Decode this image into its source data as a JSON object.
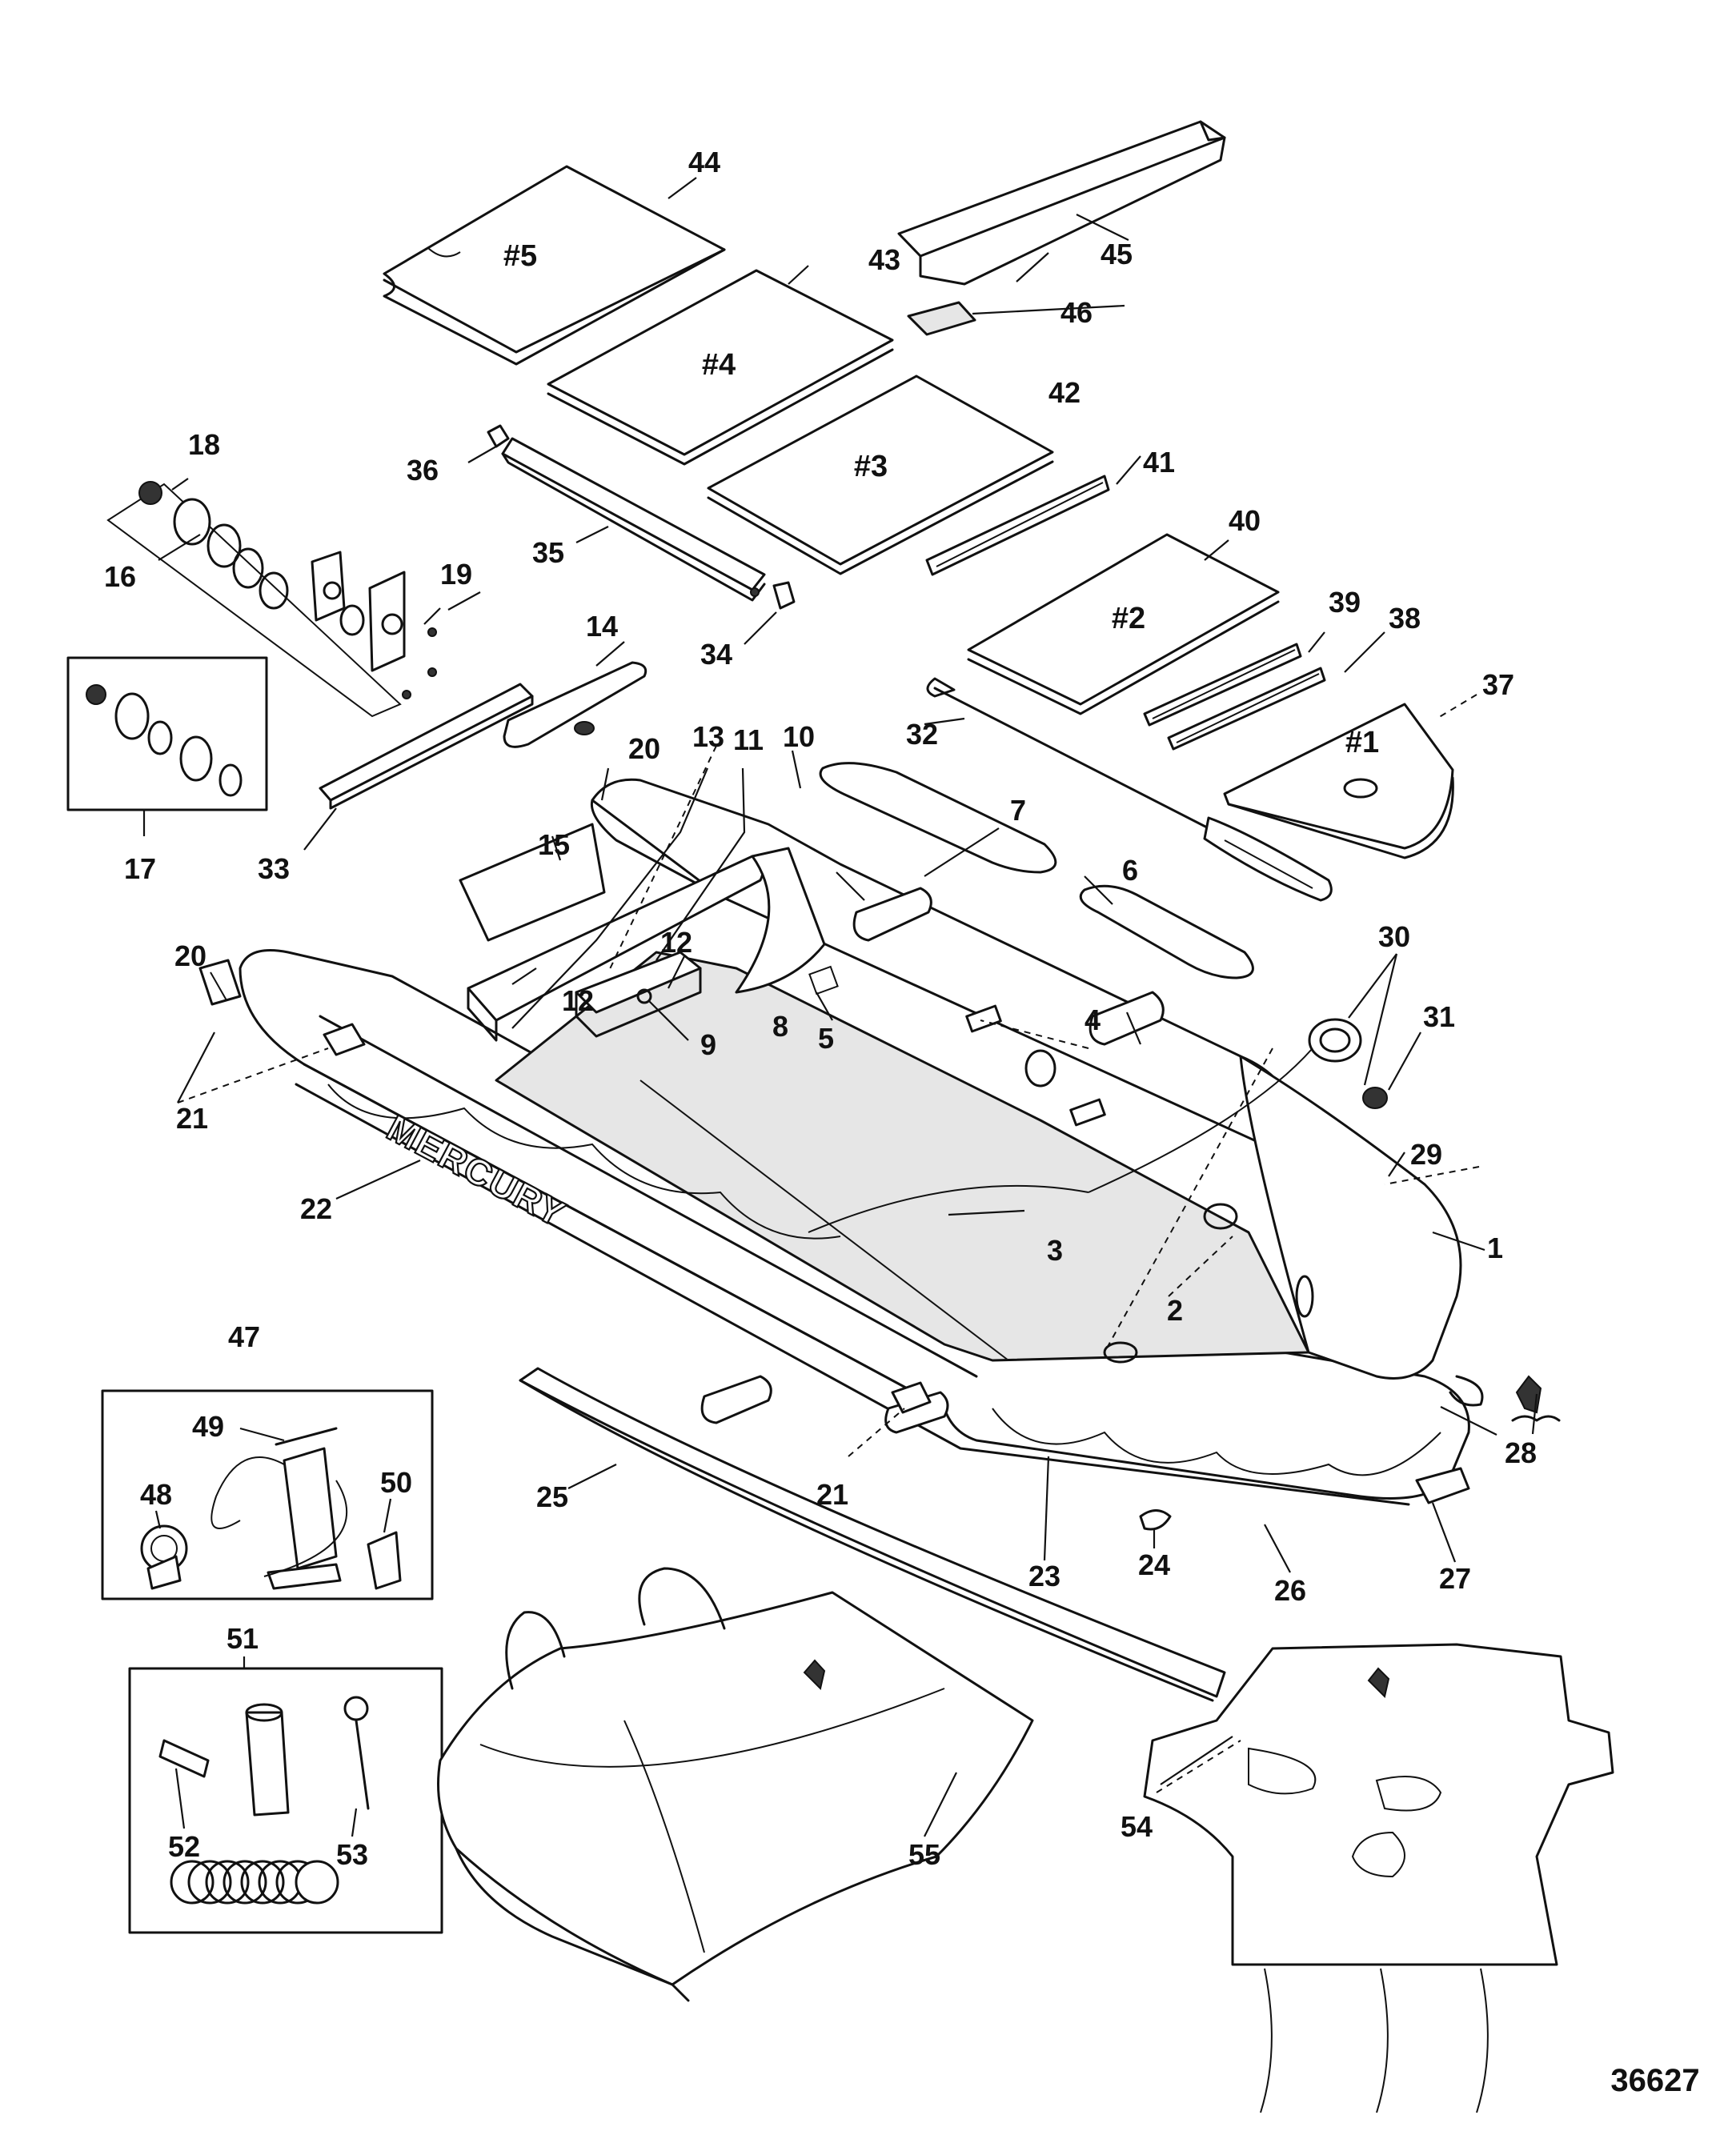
{
  "figure_number": "36627",
  "brand_text": "MERCURY",
  "panel_labels": [
    "#5",
    "#4",
    "#3",
    "#2",
    "#1"
  ],
  "callouts": [
    "1",
    "2",
    "3",
    "4",
    "5",
    "6",
    "7",
    "8",
    "9",
    "10",
    "11",
    "12",
    "12",
    "13",
    "14",
    "15",
    "16",
    "17",
    "18",
    "19",
    "20",
    "20",
    "21",
    "21",
    "22",
    "23",
    "24",
    "25",
    "26",
    "27",
    "28",
    "29",
    "30",
    "31",
    "32",
    "33",
    "34",
    "35",
    "36",
    "37",
    "38",
    "39",
    "40",
    "41",
    "42",
    "43",
    "44",
    "45",
    "46",
    "47",
    "48",
    "49",
    "50",
    "51",
    "52",
    "53",
    "54",
    "55"
  ]
}
